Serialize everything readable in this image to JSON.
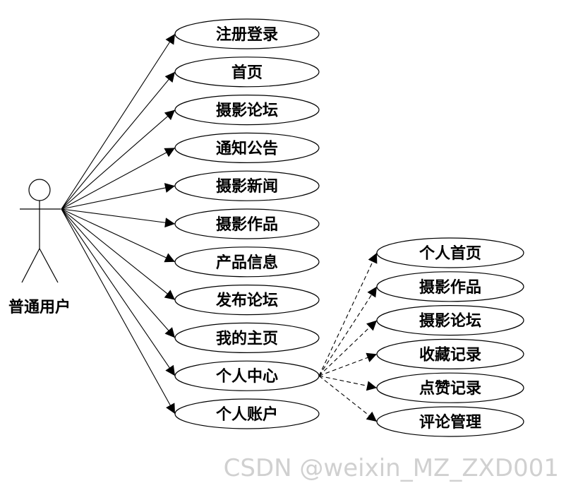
{
  "actor": {
    "label": "普通用户"
  },
  "use_cases": [
    {
      "id": "uc-register",
      "label": "注册登录"
    },
    {
      "id": "uc-home",
      "label": "首页"
    },
    {
      "id": "uc-forum",
      "label": "摄影论坛"
    },
    {
      "id": "uc-notice",
      "label": "通知公告"
    },
    {
      "id": "uc-news",
      "label": "摄影新闻"
    },
    {
      "id": "uc-works",
      "label": "摄影作品"
    },
    {
      "id": "uc-products",
      "label": "产品信息"
    },
    {
      "id": "uc-post-forum",
      "label": "发布论坛"
    },
    {
      "id": "uc-my-home",
      "label": "我的主页"
    },
    {
      "id": "uc-center",
      "label": "个人中心"
    },
    {
      "id": "uc-account",
      "label": "个人账户"
    }
  ],
  "sub_use_cases": [
    {
      "id": "sub-personal-home",
      "label": "个人首页"
    },
    {
      "id": "sub-works",
      "label": "摄影作品"
    },
    {
      "id": "sub-forum",
      "label": "摄影论坛"
    },
    {
      "id": "sub-favorites",
      "label": "收藏记录"
    },
    {
      "id": "sub-likes",
      "label": "点赞记录"
    },
    {
      "id": "sub-comments",
      "label": "评论管理"
    }
  ],
  "watermark": "CSDN @weixin_MZ_ZXD001"
}
